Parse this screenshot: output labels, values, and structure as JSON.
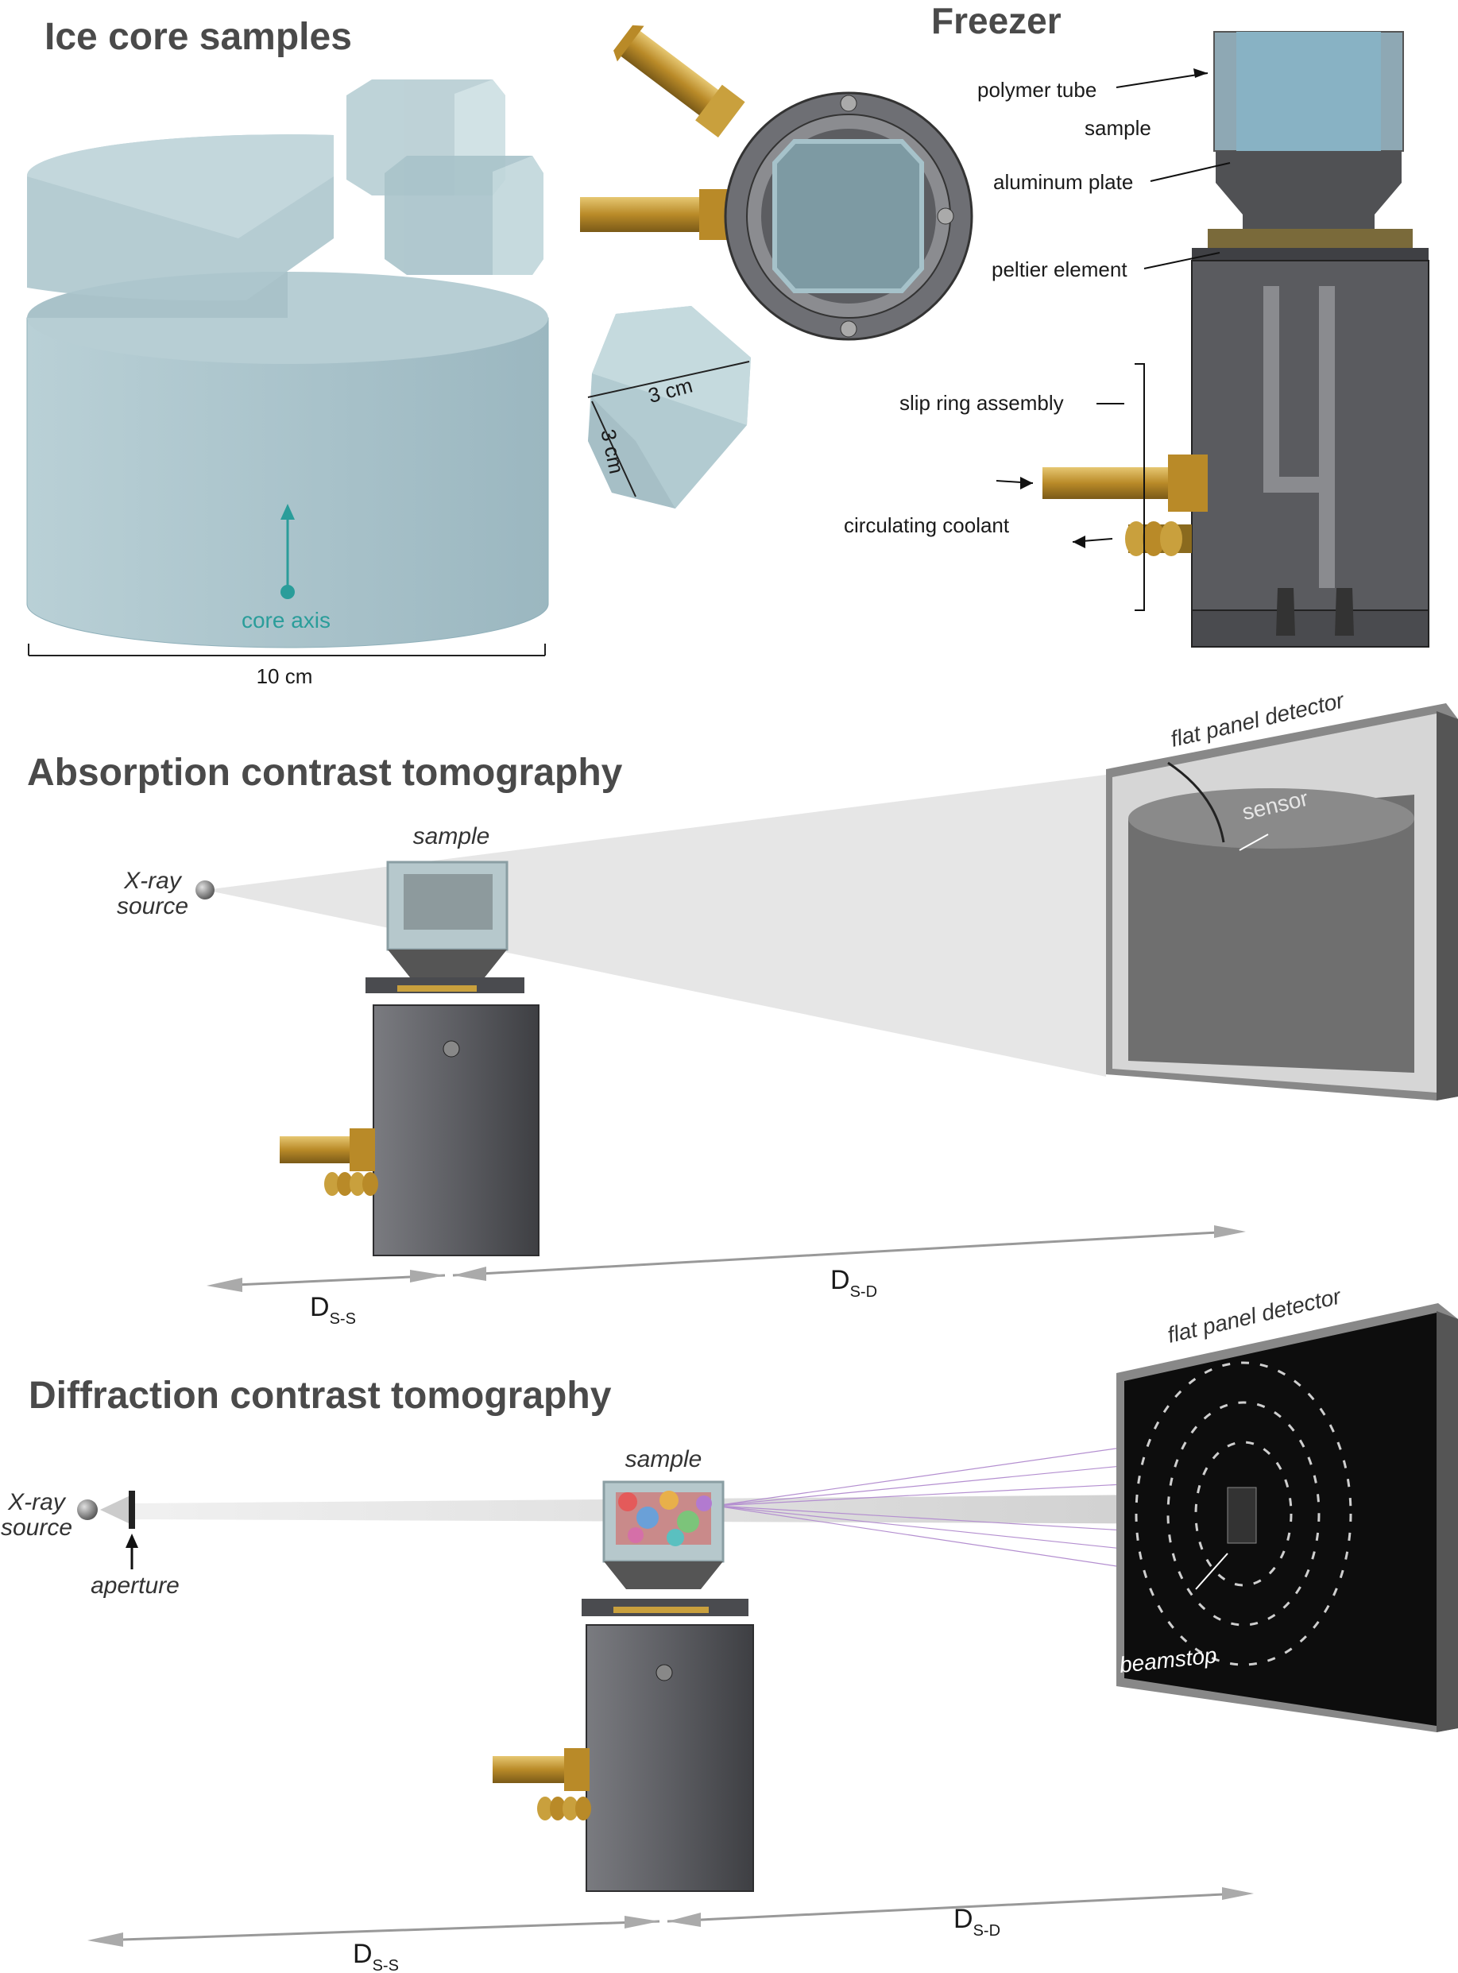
{
  "sections": {
    "ice": {
      "title": "Ice core samples",
      "core_axis": "core axis",
      "width": "10 cm",
      "dim_a": "3 cm",
      "dim_b": "3 cm"
    },
    "freezer": {
      "title": "Freezer",
      "polymer_tube": "polymer tube",
      "sample": "sample",
      "aluminum_plate": "aluminum plate",
      "peltier": "peltier element",
      "slip_ring": "slip ring assembly",
      "coolant": "circulating coolant"
    },
    "absorption": {
      "title": "Absorption contrast tomography",
      "sample": "sample",
      "xray_1": "X-ray",
      "xray_2": "source",
      "detector": "flat panel detector",
      "sensor": "sensor",
      "dss": "D",
      "dss_sub": "S-S",
      "dsd": "D",
      "dsd_sub": "S-D"
    },
    "diffraction": {
      "title": "Diffraction contrast tomography",
      "sample": "sample",
      "xray_1": "X-ray",
      "xray_2": "source",
      "aperture": "aperture",
      "detector": "flat panel detector",
      "beamstop": "beamstop",
      "dss": "D",
      "dss_sub": "S-S",
      "dsd": "D",
      "dsd_sub": "S-D"
    }
  },
  "colors": {
    "ice": "#aac6cf",
    "metal": "#5e5f63",
    "brass": "#c9a03d",
    "beam": "#d9d9d9",
    "teal": "#2a9d9a"
  }
}
